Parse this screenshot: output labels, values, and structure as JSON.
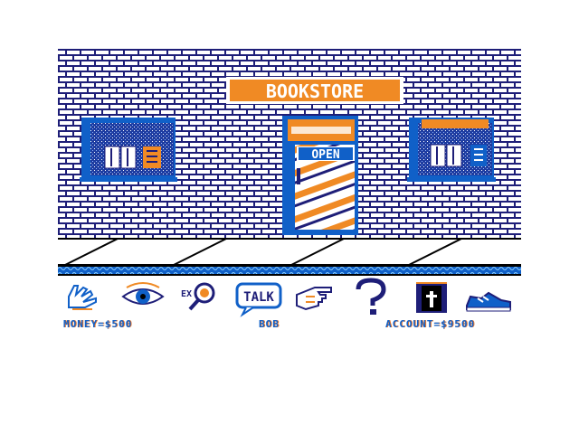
{
  "store_sign": "BOOKSTORE",
  "door_sign": "OPEN",
  "status": {
    "money": "MONEY=$500",
    "player": "BOB",
    "account": "ACCOUNT=$9500"
  },
  "verbs": [
    {
      "icon": "hand-icon"
    },
    {
      "icon": "eye-icon"
    },
    {
      "icon": "magnifier-icon"
    },
    {
      "icon": "talk-bubble-icon",
      "text": "TALK"
    },
    {
      "icon": "pointing-hand-icon"
    },
    {
      "icon": "question-mark-icon"
    },
    {
      "icon": "door-icon"
    },
    {
      "icon": "sneaker-icon"
    }
  ],
  "colors": {
    "brick": "#1e1e78",
    "blue": "#1060c8",
    "orange": "#f08a24",
    "black": "#000000",
    "white": "#ffffff"
  }
}
